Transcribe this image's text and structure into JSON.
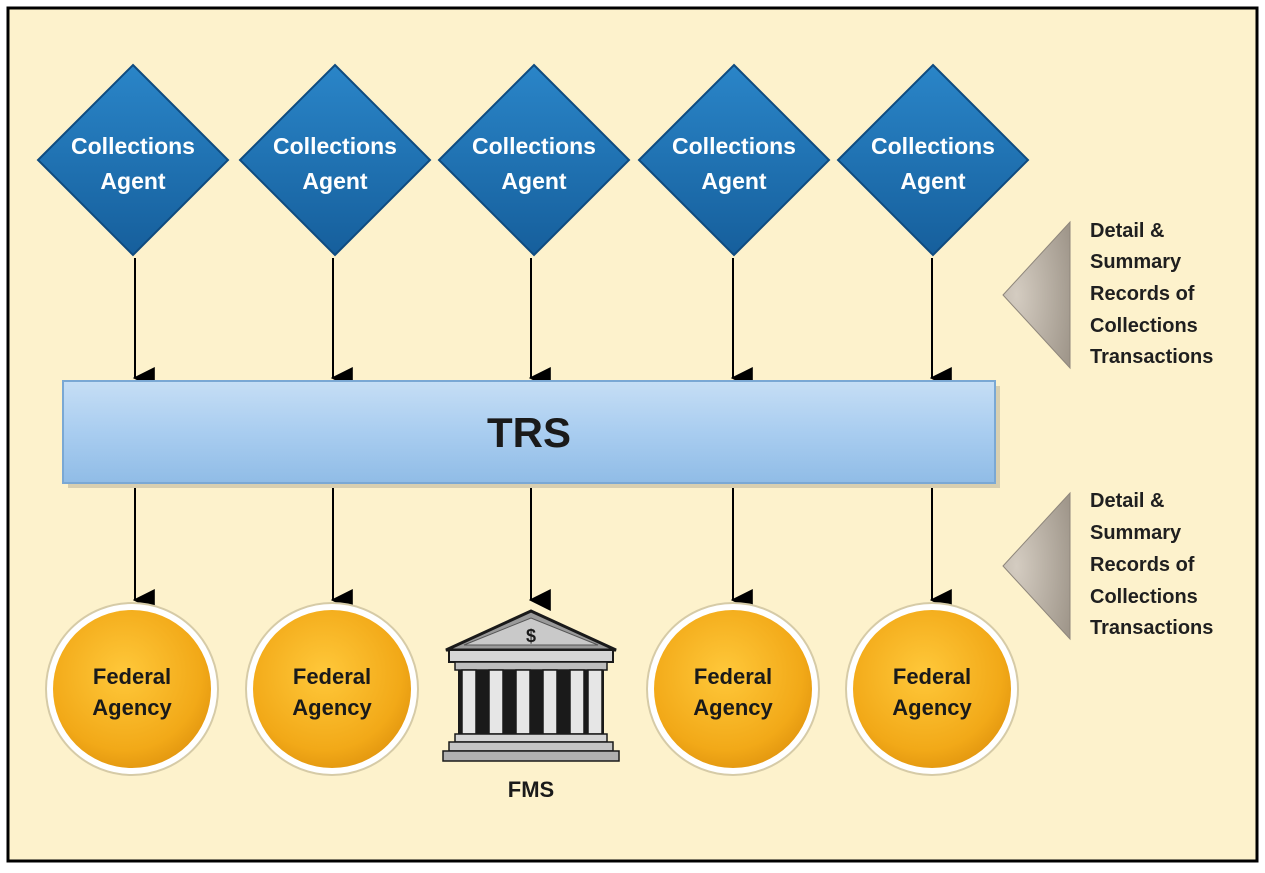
{
  "diagram": {
    "colors": {
      "background": "#fdf2cc",
      "border": "#000000",
      "agent_fill": "#1d6fb0",
      "agent_edge": "#0f4b7f",
      "agency_fill": "#f0aa1c",
      "agency_edge": "#ffffff",
      "trs_fill": "#a9cdf0",
      "triangle_fill": "#b9b1a6",
      "arrow": "#000000"
    },
    "agents": [
      {
        "line1": "Collections",
        "line2": "Agent"
      },
      {
        "line1": "Collections",
        "line2": "Agent"
      },
      {
        "line1": "Collections",
        "line2": "Agent"
      },
      {
        "line1": "Collections",
        "line2": "Agent"
      },
      {
        "line1": "Collections",
        "line2": "Agent"
      }
    ],
    "hub": {
      "label": "TRS"
    },
    "receivers": [
      {
        "type": "agency",
        "line1": "Federal",
        "line2": "Agency"
      },
      {
        "type": "agency",
        "line1": "Federal",
        "line2": "Agency"
      },
      {
        "type": "treasury",
        "symbol": "$",
        "label": "FMS",
        "icon": "treasury-building-icon"
      },
      {
        "type": "agency",
        "line1": "Federal",
        "line2": "Agency"
      },
      {
        "type": "agency",
        "line1": "Federal",
        "line2": "Agency"
      }
    ],
    "side_notes": [
      {
        "lines": [
          "Detail &",
          "Summary",
          "Records of",
          "Collections",
          "Transactions"
        ],
        "icon": "triangle-pointer-icon"
      },
      {
        "lines": [
          "Detail &",
          "Summary",
          "Records of",
          "Collections",
          "Transactions"
        ],
        "icon": "triangle-pointer-icon"
      }
    ]
  }
}
